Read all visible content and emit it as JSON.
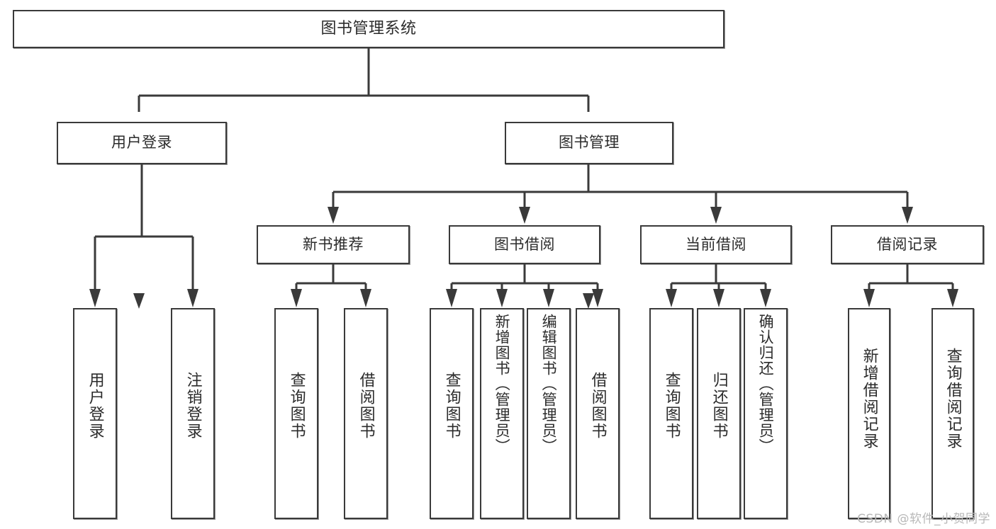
{
  "diagram": {
    "type": "tree",
    "title": "图书管理系统",
    "root": {
      "label": "图书管理系统"
    },
    "level2": [
      {
        "label": "用户登录"
      },
      {
        "label": "图书管理"
      }
    ],
    "level3": [
      {
        "label": "新书推荐"
      },
      {
        "label": "图书借阅"
      },
      {
        "label": "当前借阅"
      },
      {
        "label": "借阅记录"
      }
    ],
    "leaves": {
      "user_login": [
        {
          "label": "用户登录"
        },
        {
          "label": "注销登录"
        }
      ],
      "new_book_recommend": [
        {
          "label": "查询图书"
        },
        {
          "label": "借阅图书"
        }
      ],
      "book_borrow": [
        {
          "label": "查询图书"
        },
        {
          "label": "新增图书（管理员）"
        },
        {
          "label": "编辑图书（管理员）"
        },
        {
          "label": "借阅图书"
        }
      ],
      "current_borrow": [
        {
          "label": "查询图书"
        },
        {
          "label": "归还图书"
        },
        {
          "label": "确认归还（管理员）"
        }
      ],
      "borrow_records": [
        {
          "label": "新增借阅记录"
        },
        {
          "label": "查询借阅记录"
        }
      ]
    }
  },
  "watermark": {
    "text": "CSDN @软件_小贺同学"
  },
  "colors": {
    "background": "#ffffff",
    "stroke": "#3a3a3a",
    "text": "#2b2b2b",
    "watermark": "#b8b8b8"
  }
}
